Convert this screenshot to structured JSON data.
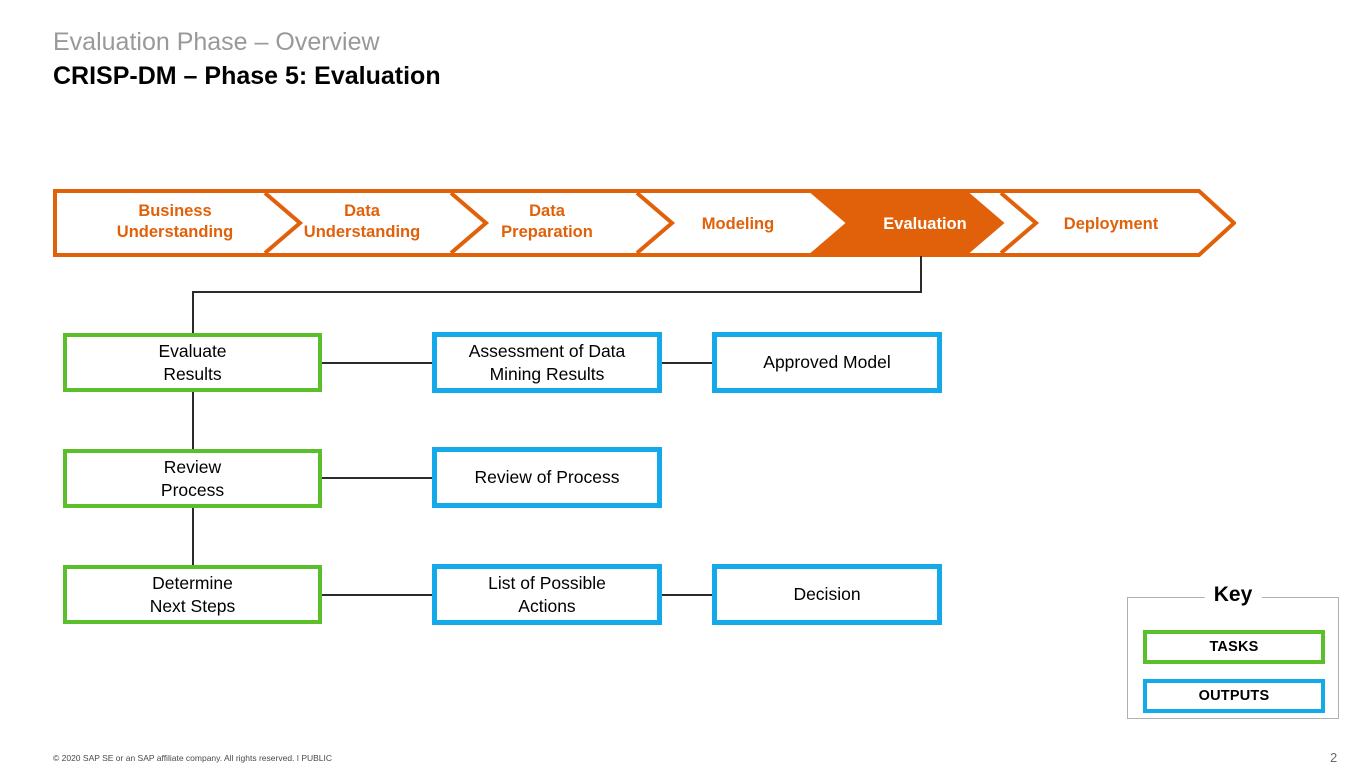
{
  "header": {
    "eyebrow": "Evaluation Phase – Overview",
    "title": "CRISP-DM – Phase 5: Evaluation"
  },
  "colors": {
    "orange": "#E1610A",
    "green": "#5BBF2B",
    "blue": "#14A9E8",
    "eyebrow_gray": "#999999",
    "line": "#2b2b2b"
  },
  "phase_bar": {
    "phases": [
      {
        "label": "Business\nUnderstanding",
        "line1": "Business",
        "line2": "Understanding",
        "active": false
      },
      {
        "label": "Data\nUnderstanding",
        "line1": "Data",
        "line2": "Understanding",
        "active": false
      },
      {
        "label": "Data\nPreparation",
        "line1": "Data",
        "line2": "Preparation",
        "active": false
      },
      {
        "label": "Modeling",
        "line1": "Modeling",
        "line2": "",
        "active": false
      },
      {
        "label": "Evaluation",
        "line1": "Evaluation",
        "line2": "",
        "active": true
      },
      {
        "label": "Deployment",
        "line1": "Deployment",
        "line2": "",
        "active": false
      }
    ],
    "active_phase": "Evaluation"
  },
  "diagram": {
    "rows": [
      {
        "task": "Evaluate\nResults",
        "outputs": [
          "Assessment of Data\nMining Results",
          "Approved Model"
        ]
      },
      {
        "task": "Review\nProcess",
        "outputs": [
          "Review of Process"
        ]
      },
      {
        "task": "Determine\nNext Steps",
        "outputs": [
          "List of Possible\nActions",
          "Decision"
        ]
      }
    ]
  },
  "key": {
    "title": "Key",
    "items": [
      {
        "label": "TASKS",
        "color": "#5BBF2B"
      },
      {
        "label": "OUTPUTS",
        "color": "#14A9E8"
      }
    ]
  },
  "footer": {
    "copyright": "© 2020 SAP SE or an SAP affiliate company. All rights reserved.  ǀ  PUBLIC",
    "page_number": "2"
  }
}
